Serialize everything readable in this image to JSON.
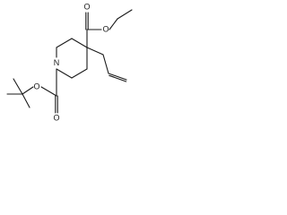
{
  "molecule": {
    "atom_labels": {
      "ester_carbonyl_oxygen": "O",
      "ester_ether_oxygen": "O",
      "ring_nitrogen": "N",
      "boc_ether_oxygen": "O",
      "boc_carbonyl_oxygen": "O"
    }
  }
}
